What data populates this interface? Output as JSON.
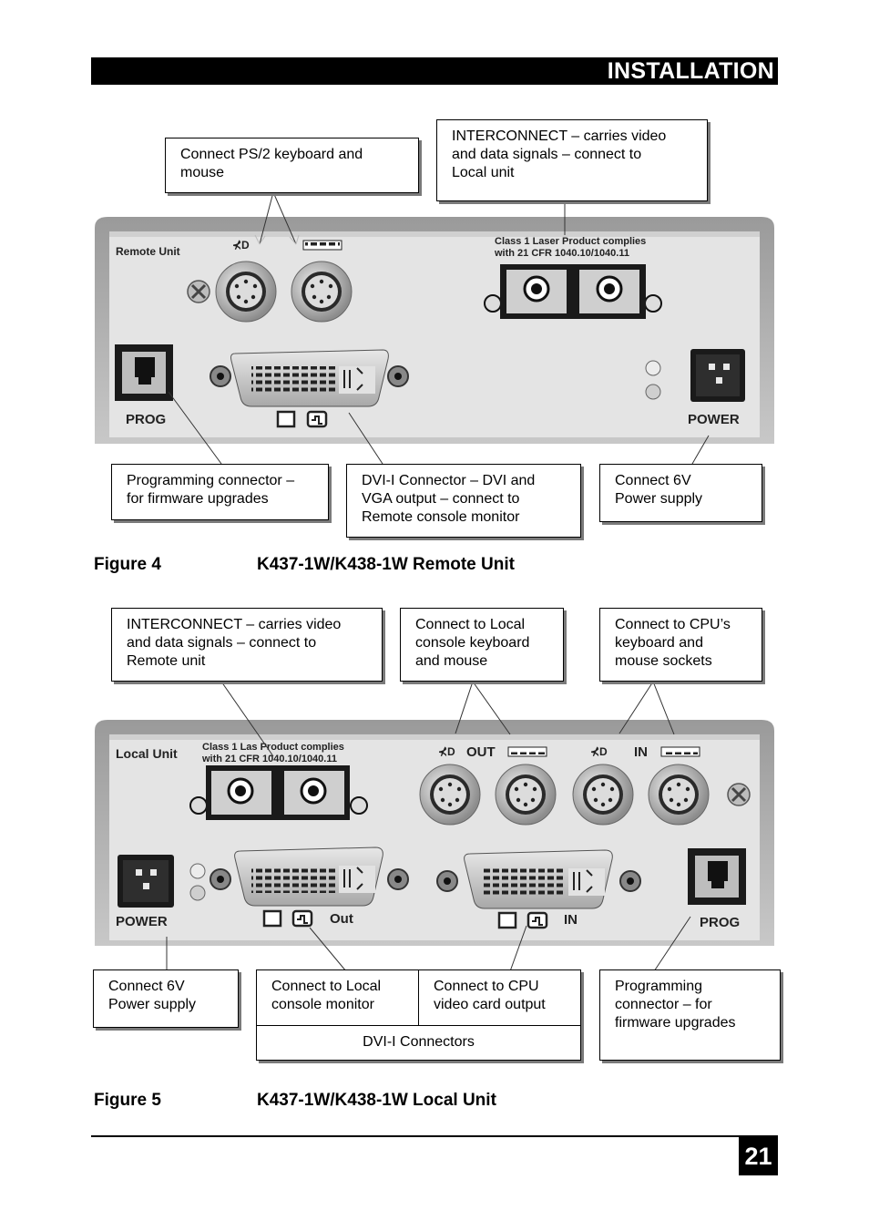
{
  "header": {
    "title": "INSTALLATION"
  },
  "figure4": {
    "number": "Figure 4",
    "title": "K437-1W/K438-1W Remote Unit",
    "panel": {
      "unit_label": "Remote Unit",
      "laser_line1": "Class 1 Laser Product complies",
      "laser_line2": "with 21 CFR 1040.10/1040.11",
      "prog_label": "PROG",
      "power_label": "POWER"
    },
    "callouts": {
      "ps2": "Connect PS/2 keyboard and\nmouse",
      "interconnect": "INTERCONNECT – carries video\nand data signals – connect to\nLocal unit",
      "programming": "Programming connector –\nfor firmware upgrades",
      "dvi": "DVI-I Connector – DVI and\nVGA output – connect to\nRemote console monitor",
      "power": "Connect 6V\nPower supply"
    }
  },
  "figure5": {
    "number": "Figure 5",
    "title": "K437-1W/K438-1W Local Unit",
    "panel": {
      "unit_label": "Local Unit",
      "laser_line1": "Class 1 Las   Product complies",
      "laser_line2": "with 21 CFR 1040.10/1040.11",
      "out_label": "OUT",
      "in_label": "IN",
      "dvi_out_label": "Out",
      "dvi_in_label": "IN",
      "prog_label": "PROG",
      "power_label": "POWER"
    },
    "callouts": {
      "interconnect": "INTERCONNECT – carries video\nand data signals – connect to\nRemote unit",
      "console": "Connect to Local\nconsole keyboard\nand mouse",
      "cpu": "Connect to CPU’s\nkeyboard and\nmouse sockets",
      "power": "Connect 6V\nPower supply",
      "monitor": "Connect to Local\nconsole monitor",
      "video": "Connect to CPU\nvideo card output",
      "dvi_group": "DVI-I Connectors",
      "programming": "Programming\nconnector – for\nfirmware upgrades"
    }
  },
  "footer": {
    "page_number": "21"
  }
}
